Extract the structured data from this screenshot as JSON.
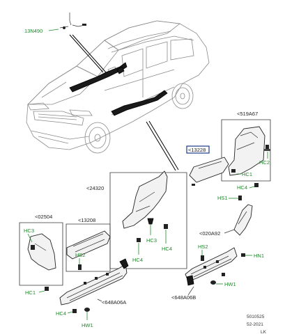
{
  "labels": {
    "code_13n490": "13N490",
    "code_519a67": "<519A67",
    "code_13228": "<13228",
    "code_24320": "<24320",
    "code_02504": "<02504",
    "code_13208": "<13208",
    "code_020a92": "<020A92",
    "code_648a06a": "<648A06A",
    "code_648a06b": "<648A06B"
  },
  "fasteners": {
    "hc2_right": "HC2",
    "hc1_right": "HC1",
    "hc4_right": "HC4",
    "hs1": "HS1",
    "hs2_right": "HS2",
    "hn1": "HN1",
    "hw1_right": "HW1",
    "hc3_center": "HC3",
    "hc4_center": "HC4",
    "hc4_center_b": "HC4",
    "hc3_left": "HC3",
    "hc1_left": "HC1",
    "hs2_left": "HS2",
    "hc4_left": "HC4",
    "hw1_left": "HW1"
  },
  "meta": {
    "ref": "5010525",
    "date": "52-2021",
    "author": "LK"
  },
  "colors": {
    "accent_green": "#1e8a2a",
    "highlight_box": "#1a3a8a"
  }
}
